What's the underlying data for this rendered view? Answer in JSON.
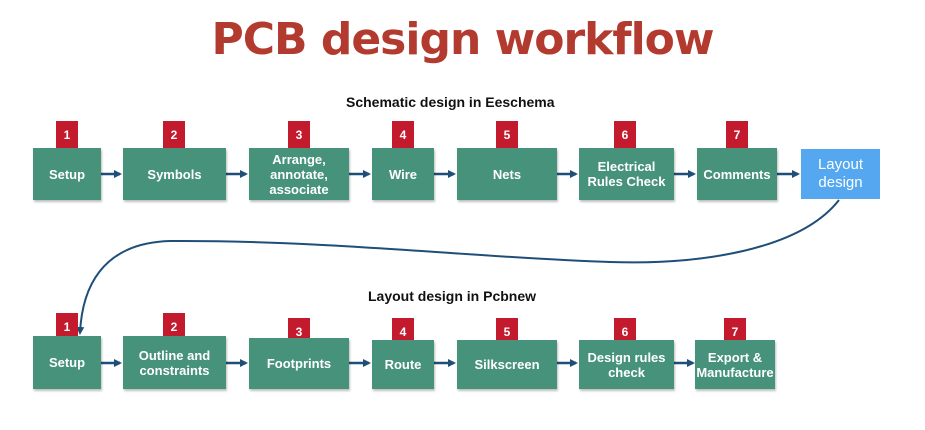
{
  "title": "PCB design workflow",
  "colors": {
    "title": "#b23a2e",
    "step_fill": "#47927a",
    "badge_fill": "#c41a2e",
    "handoff_fill": "#55a8f0",
    "arrow": "#1f4e79"
  },
  "schematic": {
    "label": "Schematic design in Eeschema",
    "steps": [
      {
        "num": "1",
        "label": "Setup"
      },
      {
        "num": "2",
        "label": "Symbols"
      },
      {
        "num": "3",
        "label": "Arrange, annotate, associate"
      },
      {
        "num": "4",
        "label": "Wire"
      },
      {
        "num": "5",
        "label": "Nets"
      },
      {
        "num": "6",
        "label": "Electrical Rules Check"
      },
      {
        "num": "7",
        "label": "Comments"
      }
    ],
    "handoff": "Layout design"
  },
  "layout": {
    "label": "Layout design in Pcbnew",
    "steps": [
      {
        "num": "1",
        "label": "Setup"
      },
      {
        "num": "2",
        "label": "Outline and constraints"
      },
      {
        "num": "3",
        "label": "Footprints"
      },
      {
        "num": "4",
        "label": "Route"
      },
      {
        "num": "5",
        "label": "Silkscreen"
      },
      {
        "num": "6",
        "label": "Design rules check"
      },
      {
        "num": "7",
        "label": "Export & Manufacture"
      }
    ]
  }
}
